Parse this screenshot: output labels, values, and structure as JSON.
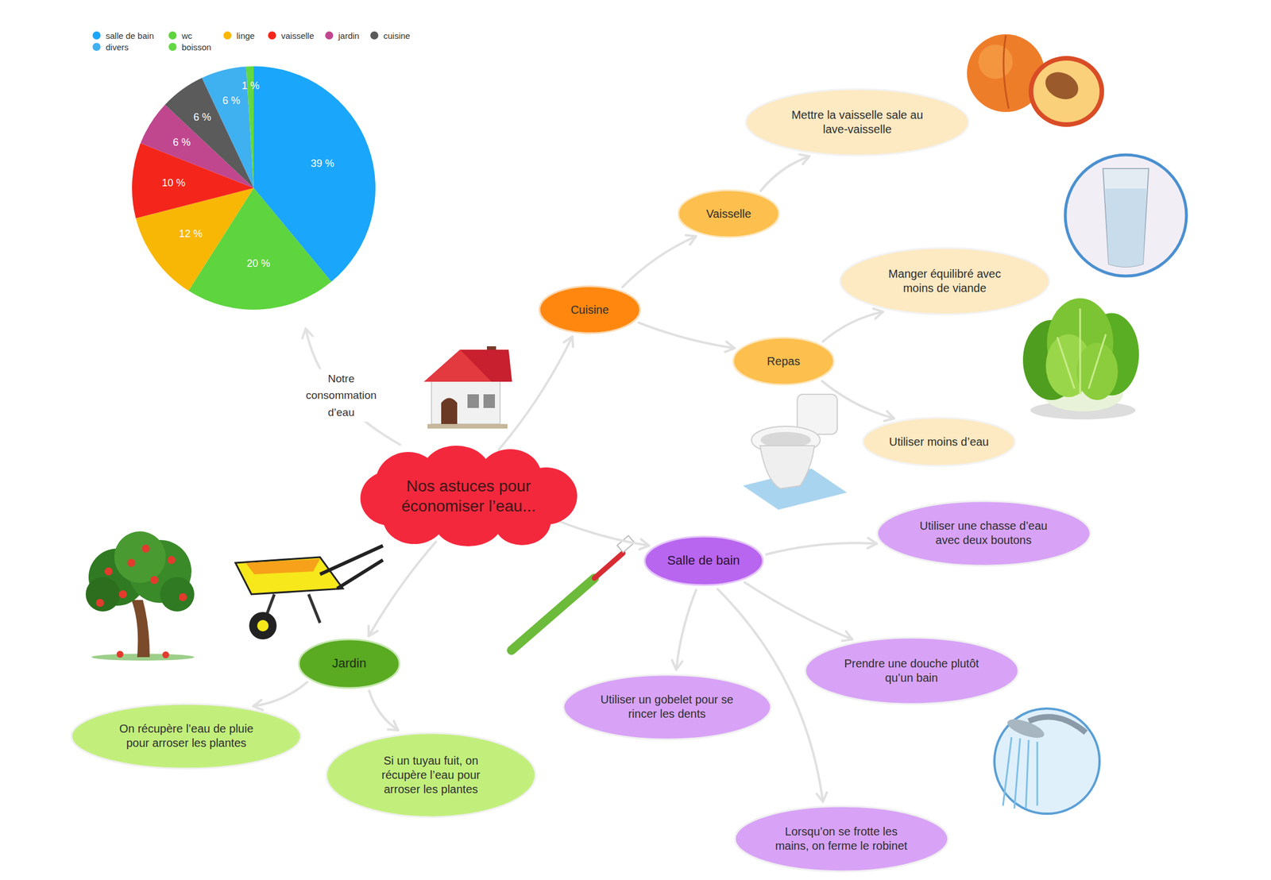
{
  "diagram": {
    "nodes": [
      {
        "text": [
          "Nos astuces pour économiser l’eau..."
        ]
      },
      {
        "text": [
          "Cuisine"
        ]
      },
      {
        "text": [
          "Vaisselle"
        ]
      },
      {
        "text": [
          "Mettre la vaisselle sale au lave-vaisselle"
        ]
      },
      {
        "text": [
          "Repas"
        ]
      },
      {
        "text": [
          "Manger équilibré avec moins de viande"
        ]
      },
      {
        "text": [
          "Utiliser moins d’eau"
        ]
      },
      {
        "text": [
          "Salle de bain"
        ]
      },
      {
        "text": [
          "Utiliser une chasse d’eau avec deux boutons"
        ]
      },
      {
        "text": [
          "Utiliser un gobelet pour se rincer les dents"
        ]
      },
      {
        "text": [
          "Prendre une douche plutôt qu’un bain"
        ]
      },
      {
        "text": [
          "Lorsqu’on se frotte les mains, on ferme le robinet"
        ]
      },
      {
        "text": [
          "Jardin"
        ]
      },
      {
        "text": [
          "On récupère l’eau de pluie pour arroser les plantes"
        ]
      },
      {
        "text": [
          "Si un tuyau fuit, on récupère l’eau pour arroser les plantes"
        ]
      }
    ],
    "edges": [
      {
        "from": 0,
        "to": 1,
        "arrow": "to"
      },
      {
        "from": 1,
        "to": 2,
        "arrow": "to"
      },
      {
        "from": 2,
        "to": 3,
        "arrow": "to"
      },
      {
        "from": 1,
        "to": 4,
        "arrow": "to"
      },
      {
        "from": 4,
        "to": 5,
        "arrow": "to"
      },
      {
        "from": 4,
        "to": 6,
        "arrow": "to"
      },
      {
        "from": 0,
        "to": 7,
        "arrow": "to"
      },
      {
        "from": 7,
        "to": 8,
        "arrow": "to"
      },
      {
        "from": 7,
        "to": 9,
        "arrow": "to"
      },
      {
        "from": 7,
        "to": 10,
        "arrow": "to"
      },
      {
        "from": 7,
        "to": 11,
        "arrow": "to"
      },
      {
        "from": 0,
        "to": 12,
        "arrow": "to"
      },
      {
        "from": 12,
        "to": 13,
        "arrow": "to"
      },
      {
        "from": 12,
        "to": 14,
        "arrow": "to"
      }
    ],
    "labels": [
      "Notre consommation d’eau",
      "39 %",
      "20 %",
      "12 %",
      "10 %",
      "6 %",
      "6 %",
      "6 %",
      "1 %"
    ],
    "legend": [
      {
        "text": "salle de bain",
        "color": "#1aa6fb"
      },
      {
        "text": "wc",
        "color": "#5ed43e"
      },
      {
        "text": "linge",
        "color": "#f8b705"
      },
      {
        "text": "vaisselle",
        "color": "#f4261b"
      },
      {
        "text": "jardin",
        "color": "#c0468e"
      },
      {
        "text": "cuisine",
        "color": "#5b5b5b"
      },
      {
        "text": "divers",
        "color": "#3fb0f0"
      },
      {
        "text": "boisson",
        "color": "#62d845"
      }
    ]
  }
}
